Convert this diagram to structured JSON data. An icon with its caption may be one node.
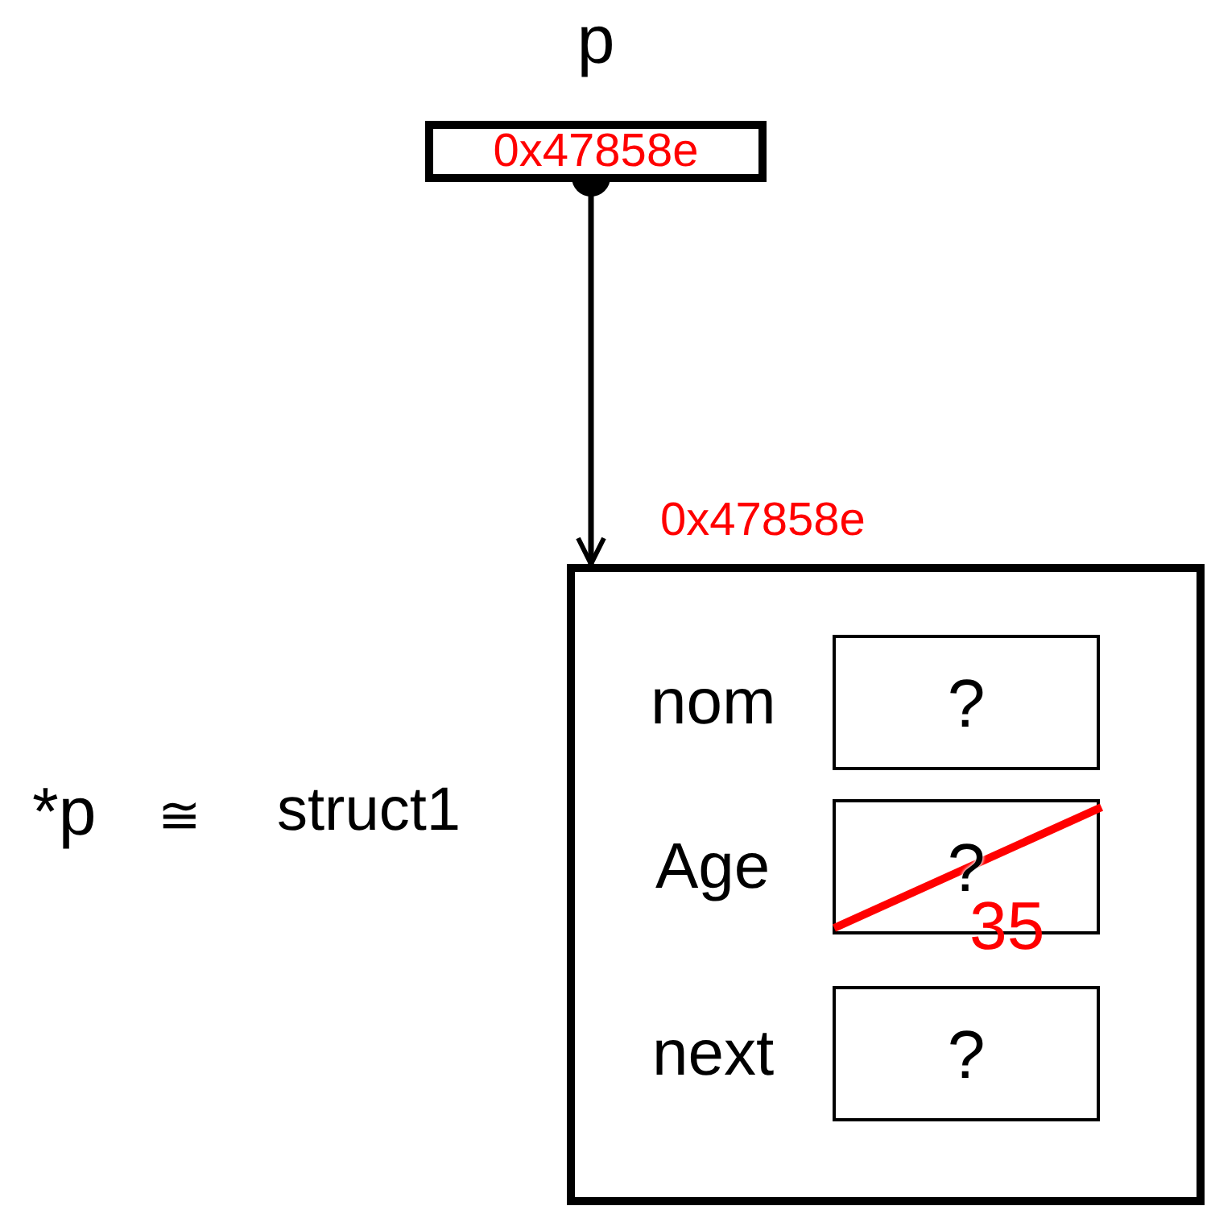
{
  "diagram": {
    "nodes": [
      {
        "text": [
          "p",
          "0x47858e"
        ]
      },
      {
        "text": [
          "0x47858e"
        ]
      },
      {
        "text": [
          "?"
        ],
        "in": 1,
        "beside": [
          "nom"
        ]
      },
      {
        "text": [
          "?",
          "35"
        ],
        "in": 1,
        "beside": [
          "Age"
        ]
      },
      {
        "text": [
          "?"
        ],
        "in": 1,
        "beside": [
          "next"
        ]
      }
    ],
    "edges": [
      {
        "from": 0,
        "to": 1,
        "arrow": "to"
      }
    ],
    "labels": [
      "*p",
      "≅",
      "struct1"
    ]
  }
}
